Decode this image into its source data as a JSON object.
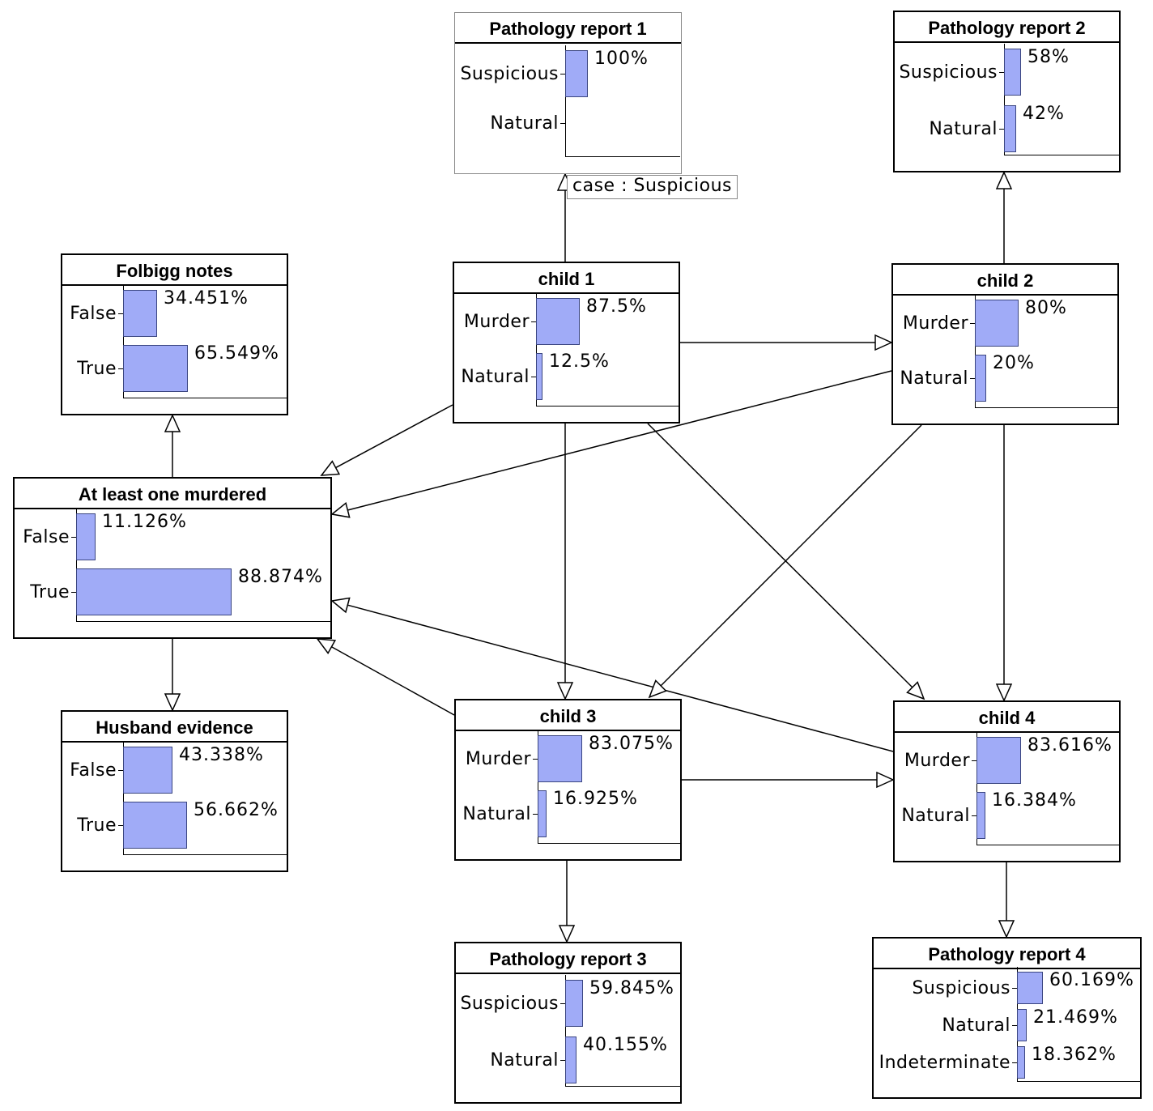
{
  "nodes": [
    {
      "id": "path1",
      "title": "Pathology report 1",
      "evidence": true,
      "states": [
        {
          "label": "Suspicious",
          "value": 1.0,
          "pct": "100%"
        },
        {
          "label": "Natural",
          "value": 0.0,
          "pct": ""
        }
      ]
    },
    {
      "id": "path2",
      "title": "Pathology report 2",
      "states": [
        {
          "label": "Suspicious",
          "value": 0.58,
          "pct": "58%"
        },
        {
          "label": "Natural",
          "value": 0.42,
          "pct": "42%"
        }
      ]
    },
    {
      "id": "folbigg",
      "title": "Folbigg notes",
      "states": [
        {
          "label": "False",
          "value": 0.34451,
          "pct": "34.451%"
        },
        {
          "label": "True",
          "value": 0.65549,
          "pct": "65.549%"
        }
      ]
    },
    {
      "id": "child1",
      "title": "child 1",
      "states": [
        {
          "label": "Murder",
          "value": 0.875,
          "pct": "87.5%"
        },
        {
          "label": "Natural",
          "value": 0.125,
          "pct": "12.5%"
        }
      ]
    },
    {
      "id": "child2",
      "title": "child 2",
      "states": [
        {
          "label": "Murder",
          "value": 0.8,
          "pct": "80%"
        },
        {
          "label": "Natural",
          "value": 0.2,
          "pct": "20%"
        }
      ]
    },
    {
      "id": "atleast",
      "title": "At least one murdered",
      "states": [
        {
          "label": "False",
          "value": 0.11126,
          "pct": "11.126%"
        },
        {
          "label": "True",
          "value": 0.88874,
          "pct": "88.874%"
        }
      ]
    },
    {
      "id": "husband",
      "title": "Husband evidence",
      "states": [
        {
          "label": "False",
          "value": 0.43338,
          "pct": "43.338%"
        },
        {
          "label": "True",
          "value": 0.56662,
          "pct": "56.662%"
        }
      ]
    },
    {
      "id": "child3",
      "title": "child 3",
      "states": [
        {
          "label": "Murder",
          "value": 0.83075,
          "pct": "83.075%"
        },
        {
          "label": "Natural",
          "value": 0.16925,
          "pct": "16.925%"
        }
      ]
    },
    {
      "id": "child4",
      "title": "child 4",
      "states": [
        {
          "label": "Murder",
          "value": 0.83616,
          "pct": "83.616%"
        },
        {
          "label": "Natural",
          "value": 0.16384,
          "pct": "16.384%"
        }
      ]
    },
    {
      "id": "path3",
      "title": "Pathology report 3",
      "states": [
        {
          "label": "Suspicious",
          "value": 0.59845,
          "pct": "59.845%"
        },
        {
          "label": "Natural",
          "value": 0.40155,
          "pct": "40.155%"
        }
      ]
    },
    {
      "id": "path4",
      "title": "Pathology report 4",
      "states": [
        {
          "label": "Suspicious",
          "value": 0.60169,
          "pct": "60.169%"
        },
        {
          "label": "Natural",
          "value": 0.21469,
          "pct": "21.469%"
        },
        {
          "label": "Indeterminate",
          "value": 0.18362,
          "pct": "18.362%"
        }
      ]
    }
  ],
  "edges": [
    [
      "child1",
      "path1"
    ],
    [
      "child2",
      "path2"
    ],
    [
      "atleast",
      "folbigg"
    ],
    [
      "atleast",
      "husband"
    ],
    [
      "child1",
      "child2"
    ],
    [
      "child1",
      "atleast"
    ],
    [
      "child2",
      "atleast"
    ],
    [
      "child3",
      "atleast"
    ],
    [
      "child4",
      "atleast"
    ],
    [
      "child1",
      "child3"
    ],
    [
      "child1",
      "child4"
    ],
    [
      "child2",
      "child3"
    ],
    [
      "child2",
      "child4"
    ],
    [
      "child3",
      "child4"
    ],
    [
      "child3",
      "path3"
    ],
    [
      "child4",
      "path4"
    ]
  ],
  "evidence_tag": {
    "node": "path1",
    "text": "case : Suspicious"
  }
}
